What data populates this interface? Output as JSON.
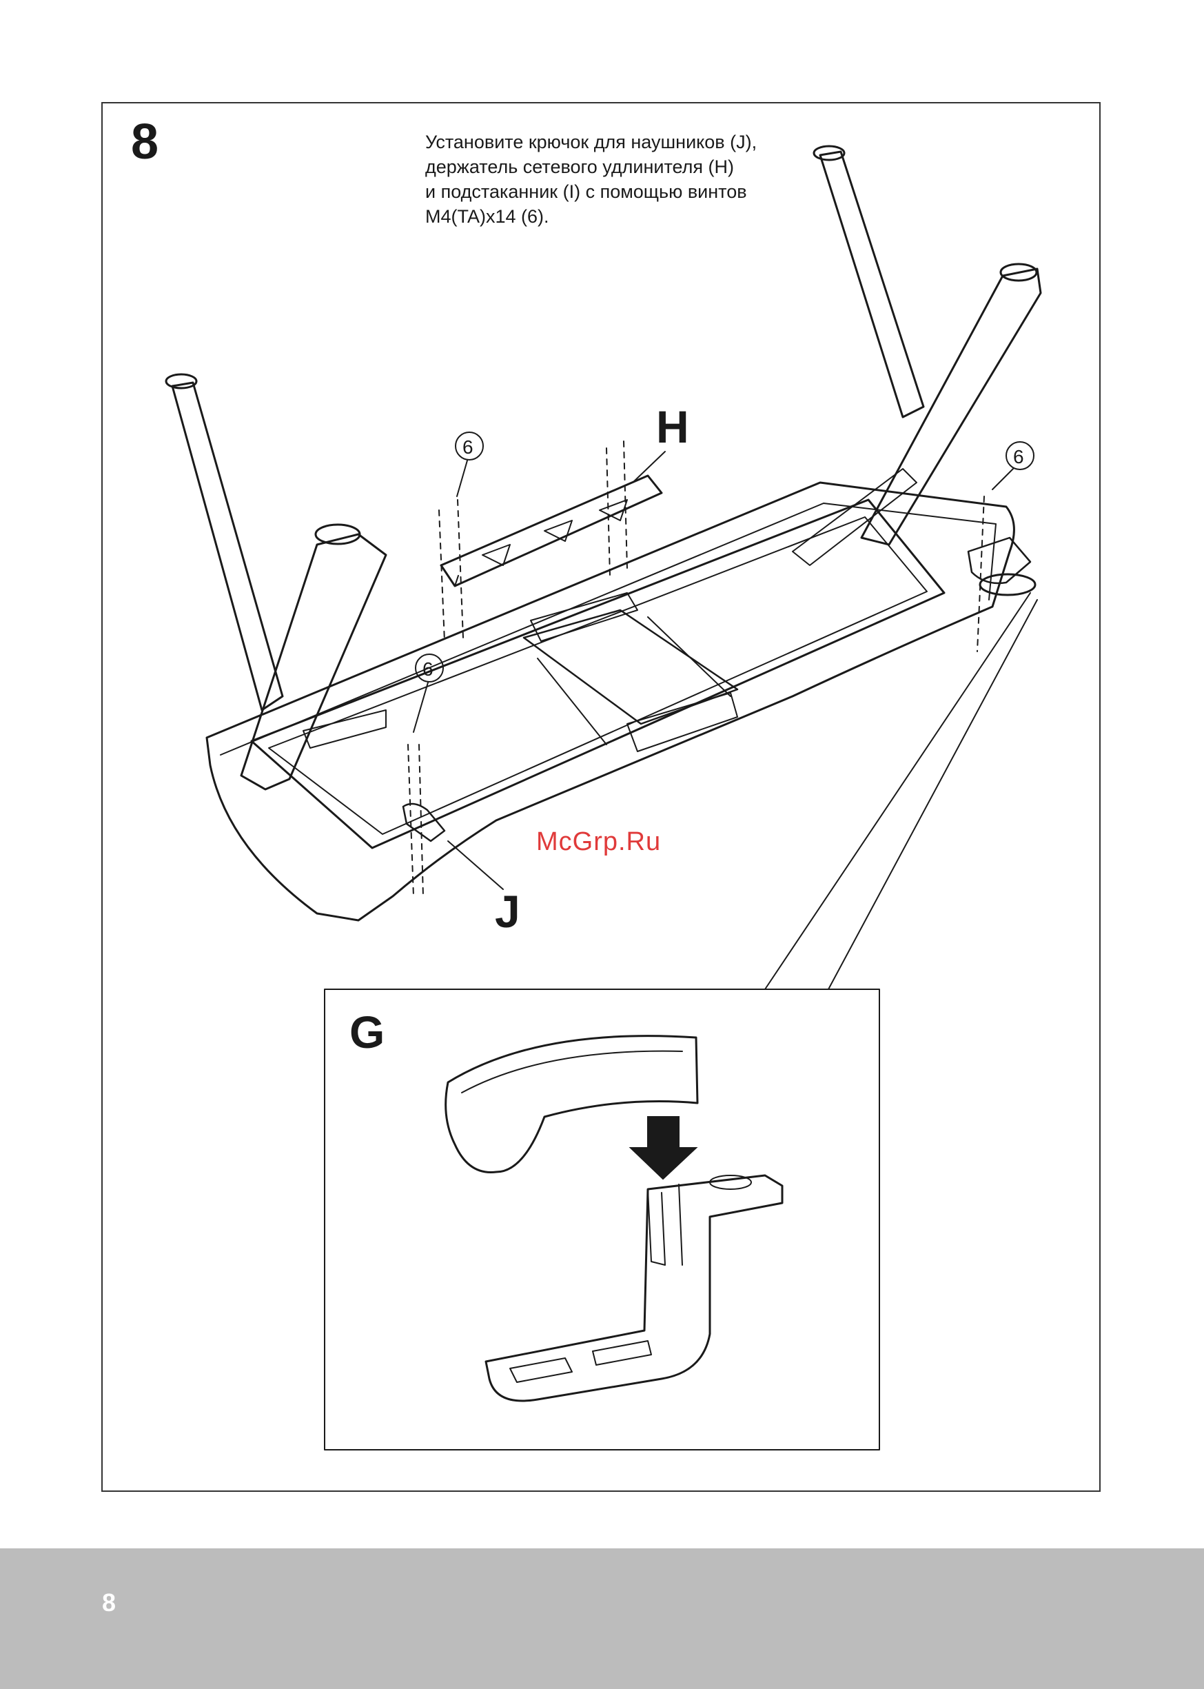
{
  "step": {
    "number": "8"
  },
  "instruction_lines": [
    "Установите крючок для наушников (J),",
    "держатель сетевого удлинителя (H)",
    "и подстаканник (I) с помощью винтов",
    "M4(TA)x14 (6)."
  ],
  "labels": {
    "part_h": "H",
    "part_j": "J",
    "detail_g": "G",
    "screw_a": "6",
    "screw_b": "6",
    "screw_c": "6"
  },
  "watermark": "McGrp.Ru",
  "footer": {
    "page_number": "8",
    "bg_color": "#bcbcbc"
  }
}
